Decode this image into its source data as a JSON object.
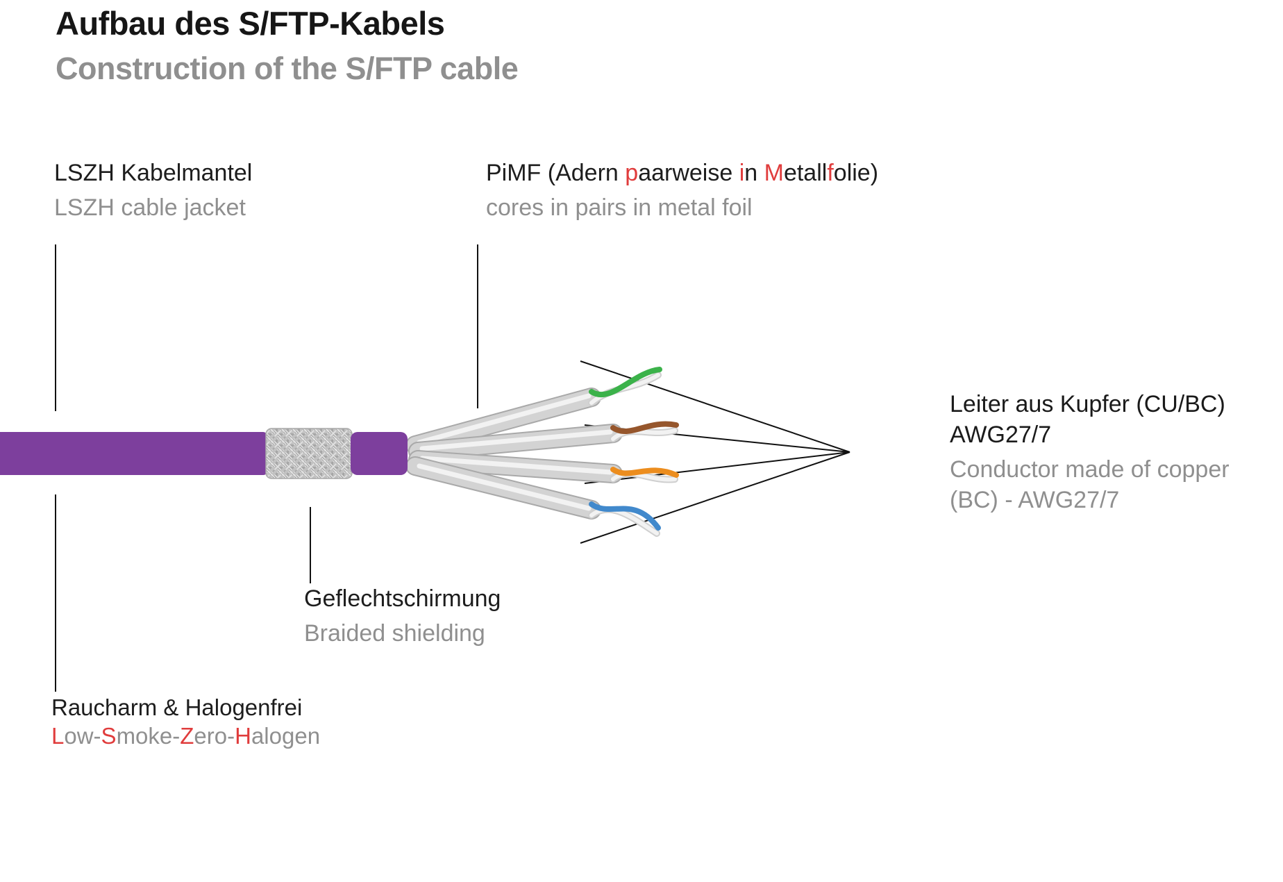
{
  "colors": {
    "accent_red": "#e03c3c",
    "gray_text": "#8f8f8f",
    "ink": "#1a1a1a",
    "jacket_purple": "#7d3f9d",
    "braid_base": "#e2e2e2",
    "braid_dark": "#a6a6a6",
    "braid_mid": "#c2c2c2",
    "foil_outline": "#a9a9a9",
    "foil_body": "#d3d3d3",
    "foil_sheen": "#f2f2f2",
    "wire_green": "#3bb24a",
    "wire_brown": "#96562c",
    "wire_orange": "#ec8d1e",
    "wire_blue": "#4189cc",
    "wire_white": "#f2f2f2",
    "wire_white_edge": "#cfcfcf",
    "line_black": "#111111"
  },
  "header": {
    "title_de": "Aufbau des S/FTP-Kabels",
    "title_en": "Construction of the S/FTP cable"
  },
  "labels": {
    "jacket": {
      "de": "LSZH Kabelmantel",
      "en": "LSZH cable jacket"
    },
    "pimf": {
      "de_segments": [
        {
          "text": "PiMF (Adern "
        },
        {
          "text": "p",
          "red": true
        },
        {
          "text": "aarweise "
        },
        {
          "text": "i",
          "red": true
        },
        {
          "text": "n "
        },
        {
          "text": "M",
          "red": true
        },
        {
          "text": "etall"
        },
        {
          "text": "f",
          "red": true
        },
        {
          "text": "olie)"
        }
      ],
      "en": "cores in pairs in metal foil"
    },
    "conductor": {
      "de_line1": "Leiter aus Kupfer (CU/BC)",
      "de_line2": "AWG27/7",
      "en_line1": "Conductor made of copper",
      "en_line2": "(BC) - AWG27/7"
    },
    "braid": {
      "de": "Geflechtschirmung",
      "en": "Braided shielding"
    },
    "smoke": {
      "de": "Raucharm & Halogenfrei",
      "en_segments": [
        {
          "text": "L",
          "red": true
        },
        {
          "text": "ow-"
        },
        {
          "text": "S",
          "red": true
        },
        {
          "text": "moke-"
        },
        {
          "text": "Z",
          "red": true
        },
        {
          "text": "ero-"
        },
        {
          "text": "H",
          "red": true
        },
        {
          "text": "alogen"
        }
      ]
    }
  },
  "illustration": {
    "subject": "S/FTP cable cutaway",
    "wire_pairs": [
      "green",
      "brown",
      "orange",
      "blue"
    ]
  }
}
